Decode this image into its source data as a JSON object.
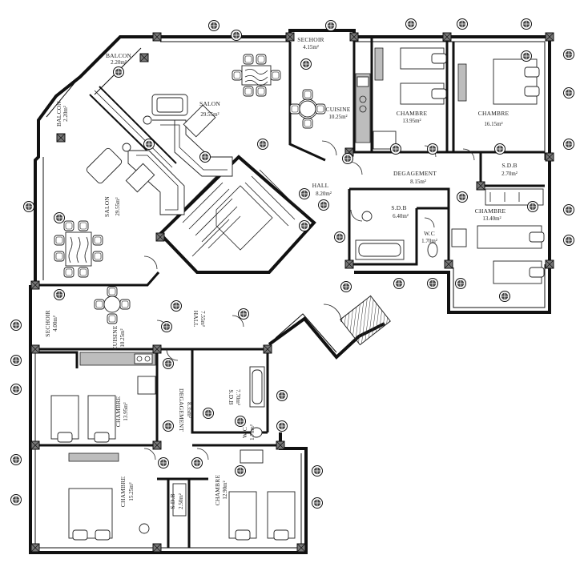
{
  "rooms": {
    "sechoir_top": {
      "name": "SECHOIR",
      "area": "4.15m²"
    },
    "balcon_top": {
      "name": "BALCON",
      "area": "2.20m²"
    },
    "balcon_left": {
      "name": "BALCON",
      "area": "2.20m²"
    },
    "salon_top": {
      "name": "SALON",
      "area": "29.55m²"
    },
    "salon_left": {
      "name": "SALON",
      "area": "29.55m²"
    },
    "cuisine_top": {
      "name": "CUISINE",
      "area": "10.25m²"
    },
    "chambre_13_95_top": {
      "name": "CHAMBRE",
      "area": "13.95m²"
    },
    "chambre_16_15": {
      "name": "CHAMBRE",
      "area": "16.15m²"
    },
    "hall_top": {
      "name": "HALL",
      "area": "8.20m²"
    },
    "degagement_top": {
      "name": "DEGAGEMENT",
      "area": "8.15m²"
    },
    "sdb_2_70": {
      "name": "S.D.B",
      "area": "2.70m²"
    },
    "chambre_13_40": {
      "name": "CHAMBRE",
      "area": "13.40m²"
    },
    "sdb_6_40": {
      "name": "S.D.B",
      "area": "6.40m²"
    },
    "wc_top": {
      "name": "W.C",
      "area": "1.70m²"
    },
    "sechoir_left": {
      "name": "SECHOIR",
      "area": "4.00m²"
    },
    "cuisine_left": {
      "name": "CUISINE",
      "area": "10.25m²"
    },
    "hall_bottom": {
      "name": "HALL",
      "area": "7.55m²"
    },
    "chambre_13_95_bot": {
      "name": "CHAMBRE",
      "area": "13.95m²"
    },
    "degagement_bot": {
      "name": "DEGAGEMENT",
      "area": "8.35m²"
    },
    "sdb_7_70": {
      "name": "S.D.B",
      "area": "7.70m²"
    },
    "wc_bottom": {
      "name": "W.C",
      "area": "1.70m²"
    },
    "chambre_15_25": {
      "name": "CHAMBRE",
      "area": "15.25m²"
    },
    "sdb_2_50": {
      "name": "S.D.B",
      "area": "2.50m²"
    },
    "chambre_12_90": {
      "name": "CHAMBRE",
      "area": "12.90m²"
    }
  }
}
